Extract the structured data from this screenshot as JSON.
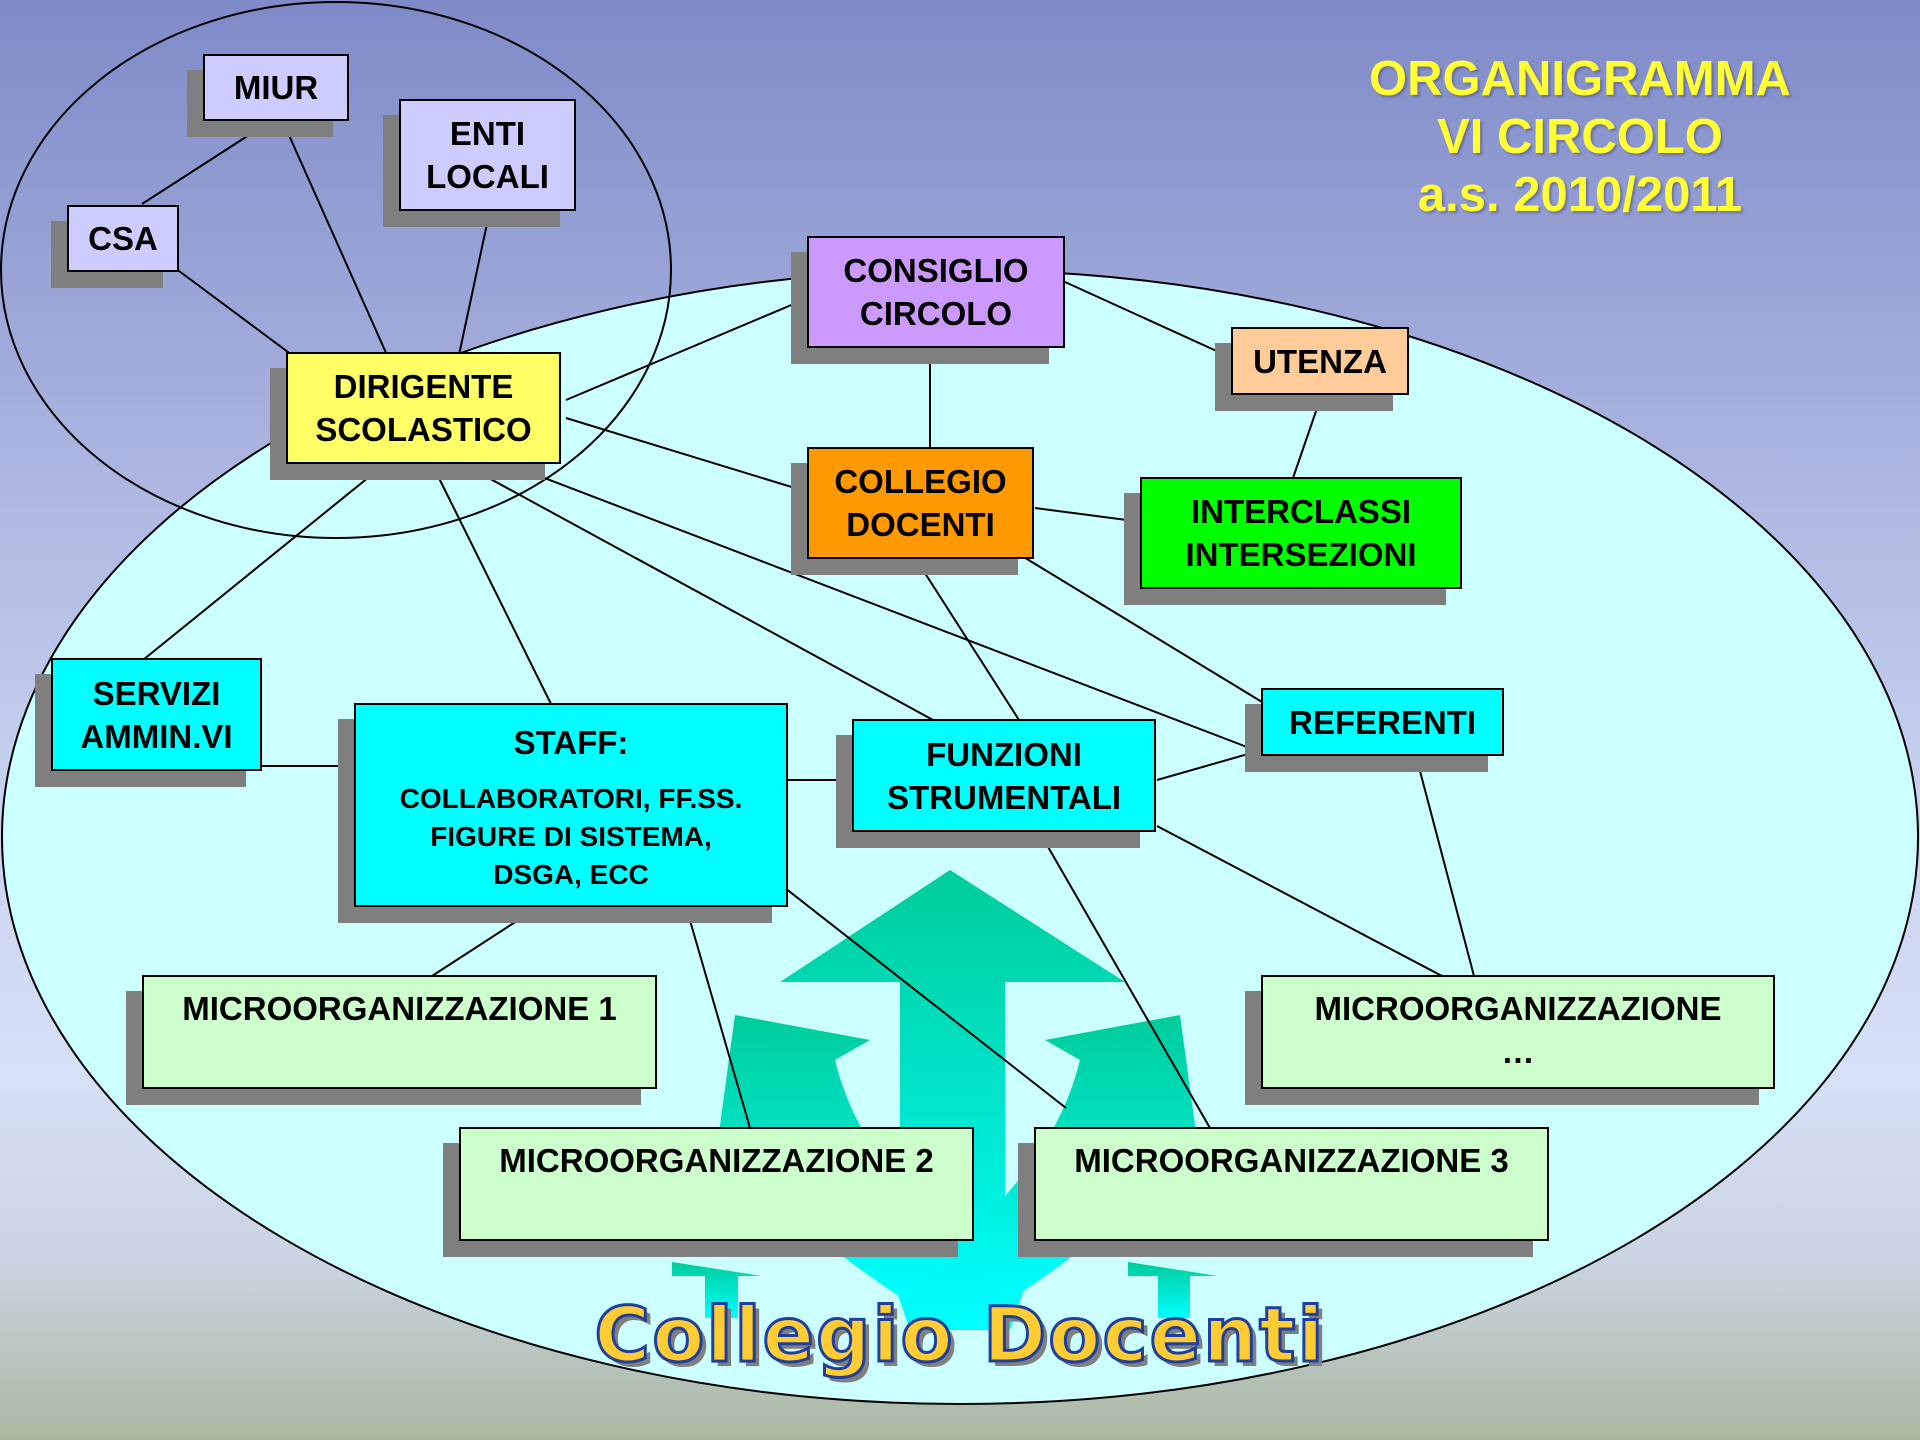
{
  "title": {
    "lines": [
      "ORGANIGRAMMA",
      "VI CIRCOLO",
      "a.s. 2010/2011"
    ]
  },
  "nodes": {
    "miur": {
      "lines": [
        "MIUR"
      ],
      "fill": "#ccccff"
    },
    "enti_locali": {
      "lines": [
        "ENTI",
        "LOCALI"
      ],
      "fill": "#ccccff"
    },
    "csa": {
      "lines": [
        "CSA"
      ],
      "fill": "#ccccff"
    },
    "dirigente": {
      "lines": [
        "DIRIGENTE",
        "SCOLASTICO"
      ],
      "fill": "#ffff66"
    },
    "consiglio": {
      "lines": [
        "CONSIGLIO",
        "CIRCOLO"
      ],
      "fill": "#cc99ff"
    },
    "utenza": {
      "lines": [
        "UTENZA"
      ],
      "fill": "#ffcc99"
    },
    "collegio": {
      "lines": [
        "COLLEGIO",
        "DOCENTI"
      ],
      "fill": "#ff9900"
    },
    "interclassi": {
      "lines": [
        "INTERCLASSI",
        "INTERSEZIONI"
      ],
      "fill": "#00ff00"
    },
    "servizi": {
      "lines": [
        "SERVIZI",
        "AMMIN.VI"
      ],
      "fill": "#00ffff"
    },
    "staff": {
      "head": "STAFF:",
      "lines": [
        "COLLABORATORI, FF.SS.",
        "FIGURE DI SISTEMA,",
        "DSGA, ECC"
      ],
      "fill": "#00ffff"
    },
    "funzioni": {
      "lines": [
        "FUNZIONI",
        "STRUMENTALI"
      ],
      "fill": "#00ffff"
    },
    "referenti": {
      "lines": [
        "REFERENTI"
      ],
      "fill": "#00ffff"
    },
    "micro1": {
      "lines": [
        "MICROORGANIZZAZIONE 1"
      ],
      "fill": "#ccffcc"
    },
    "micro2": {
      "lines": [
        "MICROORGANIZZAZIONE 2"
      ],
      "fill": "#ccffcc"
    },
    "micro3": {
      "lines": [
        "MICROORGANIZZAZIONE 3"
      ],
      "fill": "#ccffcc"
    },
    "micro_n": {
      "lines": [
        "MICROORGANIZZAZIONE",
        "…"
      ],
      "fill": "#ccffcc"
    }
  },
  "footer": "Collegio Docenti",
  "colors": {
    "title": "#ffff33",
    "inner_ellipse": "#ccffff",
    "arrows": "#00cc99",
    "arrows_light": "#00ffff",
    "footer_text": "#ffcc33",
    "footer_outline": "#1f3f9f"
  }
}
